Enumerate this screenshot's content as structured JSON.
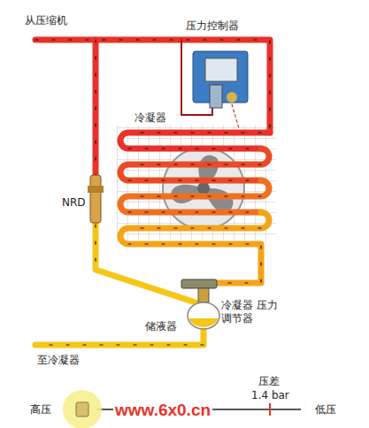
{
  "diagram": {
    "labels": [
      "从压缩机",
      "压力控制器",
      "冷凝器",
      "NRD",
      "冷凝器 压力调节器",
      "储液器",
      "至冷凝器",
      "压差",
      "1.4 bar",
      "高压",
      "www.6x0.cn",
      "低压"
    ]
  }
}
